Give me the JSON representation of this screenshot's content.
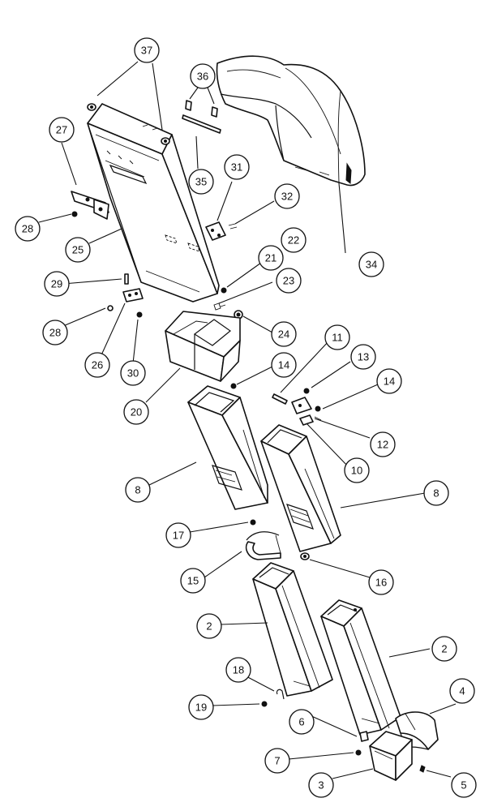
{
  "callouts": [
    {
      "id": "c37",
      "label": "37"
    },
    {
      "id": "c36",
      "label": "36"
    },
    {
      "id": "c27",
      "label": "27"
    },
    {
      "id": "c35",
      "label": "35"
    },
    {
      "id": "c31",
      "label": "31"
    },
    {
      "id": "c32",
      "label": "32"
    },
    {
      "id": "c28a",
      "label": "28"
    },
    {
      "id": "c25",
      "label": "25"
    },
    {
      "id": "c22",
      "label": "22"
    },
    {
      "id": "c34",
      "label": "34"
    },
    {
      "id": "c21",
      "label": "21"
    },
    {
      "id": "c29",
      "label": "29"
    },
    {
      "id": "c23",
      "label": "23"
    },
    {
      "id": "c28b",
      "label": "28"
    },
    {
      "id": "c24",
      "label": "24"
    },
    {
      "id": "c26",
      "label": "26"
    },
    {
      "id": "c30",
      "label": "30"
    },
    {
      "id": "c11",
      "label": "11"
    },
    {
      "id": "c13",
      "label": "13"
    },
    {
      "id": "c14a",
      "label": "14"
    },
    {
      "id": "c14b",
      "label": "14"
    },
    {
      "id": "c20",
      "label": "20"
    },
    {
      "id": "c12",
      "label": "12"
    },
    {
      "id": "c10",
      "label": "10"
    },
    {
      "id": "c8a",
      "label": "8"
    },
    {
      "id": "c8b",
      "label": "8"
    },
    {
      "id": "c17",
      "label": "17"
    },
    {
      "id": "c15",
      "label": "15"
    },
    {
      "id": "c16",
      "label": "16"
    },
    {
      "id": "c2a",
      "label": "2"
    },
    {
      "id": "c2b",
      "label": "2"
    },
    {
      "id": "c18",
      "label": "18"
    },
    {
      "id": "c19",
      "label": "19"
    },
    {
      "id": "c4",
      "label": "4"
    },
    {
      "id": "c6",
      "label": "6"
    },
    {
      "id": "c7",
      "label": "7"
    },
    {
      "id": "c3",
      "label": "3"
    },
    {
      "id": "c5",
      "label": "5"
    }
  ]
}
